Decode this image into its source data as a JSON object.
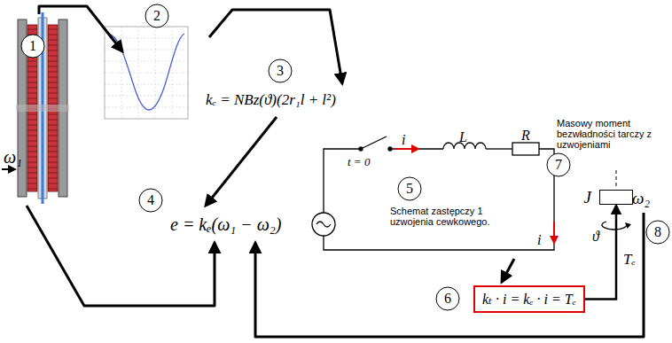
{
  "diagram": {
    "nodes": [
      {
        "text": [
          "1"
        ]
      },
      {
        "text": [
          "2"
        ]
      },
      {
        "text": [
          "3"
        ]
      },
      {
        "text": [
          "4"
        ]
      },
      {
        "text": [
          "5"
        ]
      },
      {
        "text": [
          "6"
        ]
      },
      {
        "text": [
          "7"
        ]
      },
      {
        "text": [
          "8"
        ]
      },
      {
        "text": [
          "kₜ · i = kₑ · i = Tₑ"
        ]
      },
      {
        "text": [
          "J"
        ]
      }
    ],
    "edges": [
      {
        "from": 8,
        "to": 9,
        "arrow": "to"
      }
    ],
    "labels": [
      "ω₁",
      "kₑ = NBz(ϑ)(2r₁l + l²)",
      "e = kₑ(ω₁ − ω₂)",
      "t = 0",
      "i",
      "L",
      "R",
      "Schemat zastępczy 1 uzwojenia cewkowego.",
      "i",
      "Masowy moment bezwładności tarczy z uzwojeniami",
      "ω₂",
      "ϑ",
      "Tₑ"
    ]
  }
}
